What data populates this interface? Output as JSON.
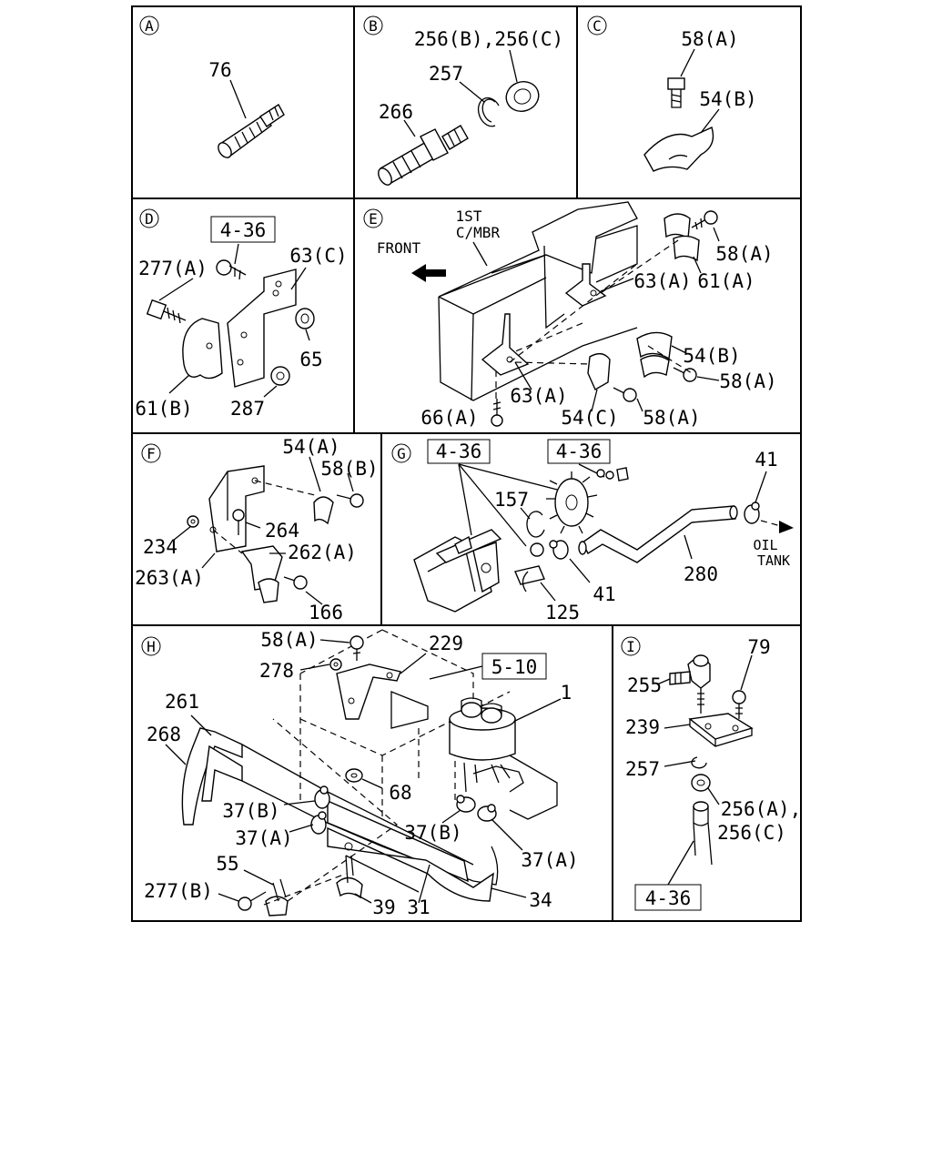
{
  "panels": {
    "A": {
      "circle": "A",
      "parts": [
        "76"
      ]
    },
    "B": {
      "circle": "B",
      "parts": [
        "256(B),256(C)",
        "257",
        "266"
      ]
    },
    "C": {
      "circle": "C",
      "parts": [
        "58(A)",
        "54(B)"
      ]
    },
    "D": {
      "circle": "D",
      "ref": "4-36",
      "parts": [
        "277(A)",
        "63(C)",
        "65",
        "61(B)",
        "287"
      ]
    },
    "E": {
      "circle": "E",
      "notes": [
        "1ST",
        "C/MBR",
        "FRONT"
      ],
      "parts": [
        "58(A)",
        "63(A)",
        "61(A)",
        "54(B)",
        "58(A)",
        "63(A)",
        "66(A)",
        "54(C)",
        "58(A)"
      ]
    },
    "F": {
      "circle": "F",
      "parts": [
        "54(A)",
        "58(B)",
        "264",
        "234",
        "262(A)",
        "263(A)",
        "166"
      ]
    },
    "G": {
      "circle": "G",
      "refs": [
        "4-36",
        "4-36"
      ],
      "notes": [
        "OIL",
        "TANK"
      ],
      "parts": [
        "41",
        "157",
        "280",
        "41",
        "125"
      ]
    },
    "H": {
      "circle": "H",
      "ref": "5-10",
      "parts": [
        "58(A)",
        "229",
        "278",
        "1",
        "261",
        "268",
        "68",
        "37(B)",
        "37(A)",
        "37(B)",
        "37(A)",
        "55",
        "277(B)",
        "39",
        "31",
        "34"
      ]
    },
    "I": {
      "circle": "I",
      "ref": "4-36",
      "parts": [
        "79",
        "255",
        "239",
        "257",
        "256(A),",
        "256(C)"
      ]
    }
  }
}
